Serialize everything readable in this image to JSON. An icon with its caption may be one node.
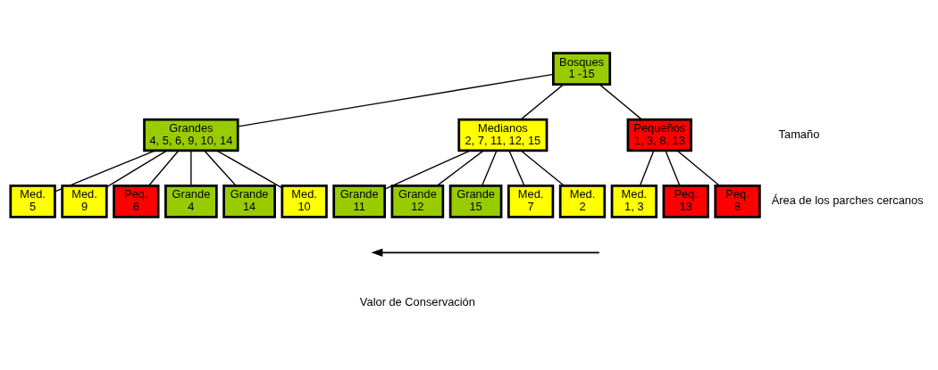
{
  "diagram": {
    "nodes": [
      {
        "text": [
          "Bosques",
          "1 -15"
        ]
      },
      {
        "text": [
          "Grandes",
          "4, 5, 6, 9, 10, 14"
        ]
      },
      {
        "text": [
          "Medianos",
          "2, 7, 11, 12, 15"
        ]
      },
      {
        "text": [
          "Pequeños",
          "1, 3, 8, 13"
        ]
      },
      {
        "text": [
          "Grande",
          "4"
        ]
      },
      {
        "text": [
          "Grande",
          "14"
        ]
      },
      {
        "text": [
          "Med.",
          "10"
        ]
      },
      {
        "text": [
          "Med.",
          "5"
        ]
      },
      {
        "text": [
          "Med.",
          "9"
        ]
      },
      {
        "text": [
          "Peq.",
          "6"
        ]
      },
      {
        "text": [
          "Grande",
          "11"
        ]
      },
      {
        "text": [
          "Grande",
          "12"
        ]
      },
      {
        "text": [
          "Grande",
          "15"
        ]
      },
      {
        "text": [
          "Med.",
          "7"
        ]
      },
      {
        "text": [
          "Med.",
          "2"
        ]
      },
      {
        "text": [
          "Med.",
          "1, 3"
        ]
      },
      {
        "text": [
          "Peq.",
          "13"
        ]
      },
      {
        "text": [
          "Peq.",
          "8"
        ]
      }
    ],
    "edges": [
      {
        "from": 0,
        "to": 1,
        "arrow": "none"
      },
      {
        "from": 0,
        "to": 2,
        "arrow": "none"
      },
      {
        "from": 0,
        "to": 3,
        "arrow": "none"
      },
      {
        "from": 1,
        "to": 4,
        "arrow": "none"
      },
      {
        "from": 1,
        "to": 5,
        "arrow": "none"
      },
      {
        "from": 1,
        "to": 6,
        "arrow": "none"
      },
      {
        "from": 1,
        "to": 7,
        "arrow": "none"
      },
      {
        "from": 1,
        "to": 8,
        "arrow": "none"
      },
      {
        "from": 1,
        "to": 9,
        "arrow": "none"
      },
      {
        "from": 2,
        "to": 10,
        "arrow": "none"
      },
      {
        "from": 2,
        "to": 11,
        "arrow": "none"
      },
      {
        "from": 2,
        "to": 12,
        "arrow": "none"
      },
      {
        "from": 2,
        "to": 13,
        "arrow": "none"
      },
      {
        "from": 2,
        "to": 14,
        "arrow": "none"
      },
      {
        "from": 3,
        "to": 15,
        "arrow": "none"
      },
      {
        "from": 3,
        "to": 16,
        "arrow": "none"
      },
      {
        "from": 3,
        "to": 17,
        "arrow": "none"
      }
    ],
    "labels": [
      "Tamaño",
      "Área de los parches cercanos",
      "Valor de Conservación"
    ]
  }
}
